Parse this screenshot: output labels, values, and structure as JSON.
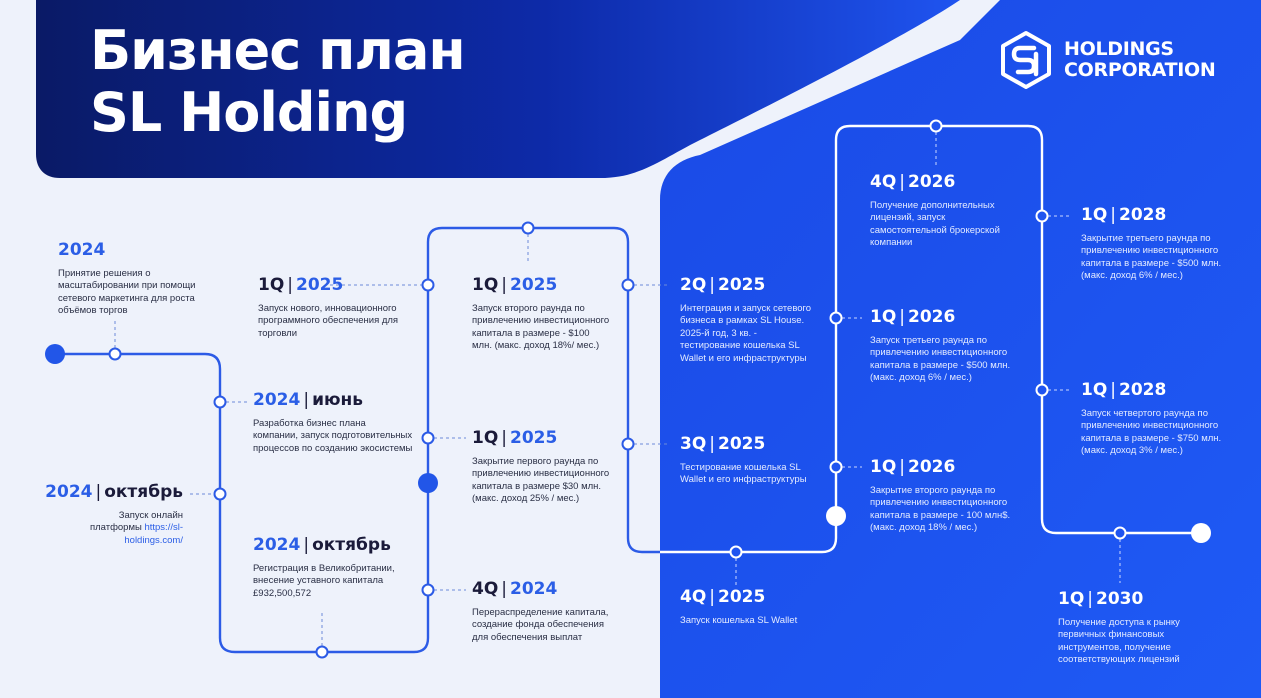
{
  "title": {
    "line1": "Бизнес план",
    "line2": "SL Holding"
  },
  "logo": {
    "line1": "HOLDINGS",
    "line2": "CORPORATION",
    "icon": "sl-hexagon-logo-icon"
  },
  "colors": {
    "primary_blue": "#1f54f0",
    "dark_navy": "#0a1a66",
    "light_bg": "#eef2fb",
    "accent_text": "#2b5ee6"
  },
  "events": [
    {
      "id": "e1",
      "period": "",
      "year": "2024",
      "desc": "Принятие решения о масштабировании при помощи сетевого маркетинга для роста объёмов торгов"
    },
    {
      "id": "e2",
      "period": "2024",
      "year": "июнь",
      "desc": "Разработка бизнес плана компании, запуск подготовительных процессов по созданию экосистемы"
    },
    {
      "id": "e3",
      "period": "2024",
      "year": "октябрь",
      "desc": "Запуск онлайн платформы",
      "link": "https://sl-holdings.com/"
    },
    {
      "id": "e4",
      "period": "2024",
      "year": "октябрь",
      "desc": "Регистрация в Великобритании, внесение уставного капитала £932,500,572"
    },
    {
      "id": "e5",
      "period": "1Q",
      "year": "2025",
      "desc": "Запуск нового, инновационного программного обеспечения для торговли"
    },
    {
      "id": "e6",
      "period": "1Q",
      "year": "2025",
      "desc": "Запуск второго раунда по привлечению инвестиционного капитала в размере - $100 млн. (макс. доход 18%/ мес.)"
    },
    {
      "id": "e7",
      "period": "1Q",
      "year": "2025",
      "desc": "Закрытие первого раунда по привлечению инвестиционного капитала в размере $30 млн. (макс. доход 25% / мес.)"
    },
    {
      "id": "e8",
      "period": "4Q",
      "year": "2024",
      "desc": "Перераспределение капитала, создание фонда обеспечения для обеспечения выплат"
    },
    {
      "id": "e9",
      "period": "2Q",
      "year": "2025",
      "desc": "Интеграция и запуск сетевого бизнеса в рамках SL House. 2025-й год, 3 кв. - тестирование кошелька SL Wallet и его инфраструктуры"
    },
    {
      "id": "e10",
      "period": "3Q",
      "year": "2025",
      "desc": "Тестирование кошелька SL Wallet и его инфраструктуры"
    },
    {
      "id": "e11",
      "period": "4Q",
      "year": "2025",
      "desc": "Запуск кошелька SL Wallet"
    },
    {
      "id": "e12",
      "period": "4Q",
      "year": "2026",
      "desc": "Получение дополнительных лицензий, запуск самостоятельной брокерской компании"
    },
    {
      "id": "e13",
      "period": "1Q",
      "year": "2026",
      "desc": "Запуск третьего раунда по привлечению инвестиционного капитала в размере - $500 млн. (макс. доход 6% / мес.)"
    },
    {
      "id": "e14",
      "period": "1Q",
      "year": "2026",
      "desc": "Закрытие второго раунда по привлечению инвестиционного капитала в размере - 100 млн$. (макс. доход 18% / мес.)"
    },
    {
      "id": "e15",
      "period": "1Q",
      "year": "2028",
      "desc": "Закрытие третьего раунда по привлечению инвестиционного капитала в размере - $500 млн. (макс. доход 6% / мес.)"
    },
    {
      "id": "e16",
      "period": "1Q",
      "year": "2028",
      "desc": "Запуск четвертого раунда по привлечению инвестиционного капитала в размере - $750 млн. (макс. доход 3% / мес.)"
    },
    {
      "id": "e17",
      "period": "1Q",
      "year": "2030",
      "desc": "Получение доступа к рынку первичных финансовых инструментов, получение соответствующих лицензий"
    }
  ]
}
